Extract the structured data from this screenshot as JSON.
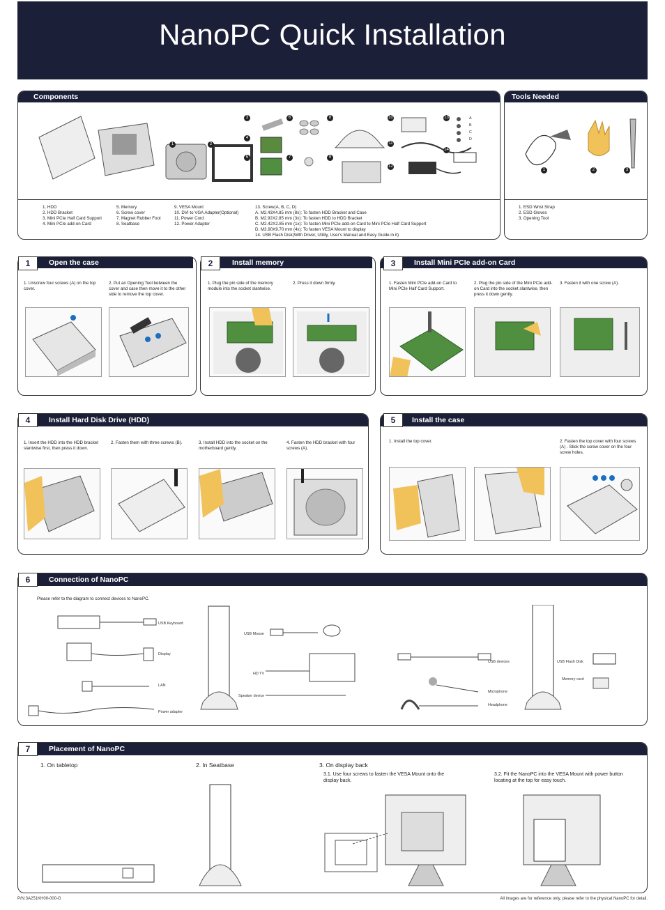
{
  "title": "NanoPC Quick Installation",
  "components": {
    "heading": "Components",
    "callouts": [
      "1",
      "2",
      "3",
      "4",
      "5",
      "6",
      "7",
      "8",
      "9",
      "10",
      "11",
      "12",
      "13",
      "14"
    ],
    "screw_letters": [
      "A",
      "B",
      "C",
      "D"
    ],
    "list_col1": [
      "1. HDD",
      "2. HDD Bracket",
      "3. Mini PCIe Half Card Support",
      "4. Mini PCIe add-on Card"
    ],
    "list_col2": [
      "5. Memory",
      "6. Screw cover",
      "7. Magnet Rubber Foot",
      "8. Seatbase"
    ],
    "list_col3": [
      "9. VESA Mount",
      "10. DVI to VGA Adapter(Optional)",
      "11. Power Cord",
      "12. Power Adapter"
    ],
    "list_col4": [
      "13. Screw(A, B, C, D)",
      "A. M2.43X4.85 mm (8x): To fasten HDD Bracket and Case",
      "B. M2.92X2.85 mm (3x): To fasten HDD to HDD Bracket",
      "C. M2.42X2.85 mm (1x): To fasten Mini PCIe add-on Card to Mini PCIe Half Card Support",
      "D. M3.90X9.70 mm (4x): To fasten VESA Mount to display",
      "14. USB Flash Disk(With Driver, Utility, User's Manual and Easy Guide in it)"
    ]
  },
  "tools": {
    "heading": "Tools Needed",
    "callouts": [
      "1",
      "2",
      "3"
    ],
    "list": [
      "1. ESD Wrist Strap",
      "2. ESD Gloves",
      "3. Opening Tool"
    ]
  },
  "step1": {
    "num": "1",
    "title": "Open the case",
    "items": [
      "1. Unscrew four screws (A) on the top cover.",
      "2. Put an Opening Tool between the cover and case then move it to the other side to remove the top cover."
    ]
  },
  "step2": {
    "num": "2",
    "title": "Install memory",
    "items": [
      "1. Plug the pin side of  the memory module into the socket slantwise.",
      "2. Press it down firmly."
    ]
  },
  "step3": {
    "num": "3",
    "title": "Install Mini PCIe add-on Card",
    "items": [
      "1. Fasten Mini PCIe add-on Card to Mini PCIe Half Card Support.",
      "2. Plug the pin side of the Mini PCIe add-on Card into the socket slantwise, then press it down gently.",
      "3. Fasten it with one screw (A)."
    ]
  },
  "step4": {
    "num": "4",
    "title": "Install Hard Disk Drive (HDD)",
    "items": [
      "1. Insert the HDD into the HDD bracket slantwise first, then press it down.",
      "2. Fasten them with three screws (B).",
      "3. Install HDD into the socket on the motherboard gently.",
      "4. Fasten the HDD bracket with four screws (A)."
    ]
  },
  "step5": {
    "num": "5",
    "title": "Install the case",
    "items": [
      "1. Install the top cover.",
      "2. Fasten the top cover with four screws (A) . Stick the screw cover on the four screw holes."
    ]
  },
  "step6": {
    "num": "6",
    "title": "Connection of NanoPC",
    "intro": "Please refer to the diagram to connect devices to NanoPC.",
    "left_labels": [
      "USB Keyboard",
      "Display",
      "LAN",
      "Power adapter"
    ],
    "mid_labels": [
      "USB Mouse",
      "HD TV",
      "Speaker device"
    ],
    "right_labels": [
      "USB devices",
      "USB Flash Disk",
      "Memory card",
      "Microphone",
      "Headphone"
    ]
  },
  "step7": {
    "num": "7",
    "title": "Placement of NanoPC",
    "opt1": "1. On tabletop",
    "opt2": "2. In Seatbase",
    "opt3": "3. On display back",
    "sub1": "3.1. Use four screws to fasten the VESA Mount onto the display back.",
    "sub2": "3.2. Fit the NanoPC into the VESA Mount with power button locating at the top for easy touch."
  },
  "footer": {
    "pn": "P/N:3A251KH00-000-G",
    "note": "All images are for reference only, please refer to the physical NanoPC for detail."
  },
  "colors": {
    "navy": "#1c1f38",
    "accent_blue": "#1b6fc0",
    "glove_yellow": "#f2c25a",
    "board_green": "#4f8f3f"
  }
}
